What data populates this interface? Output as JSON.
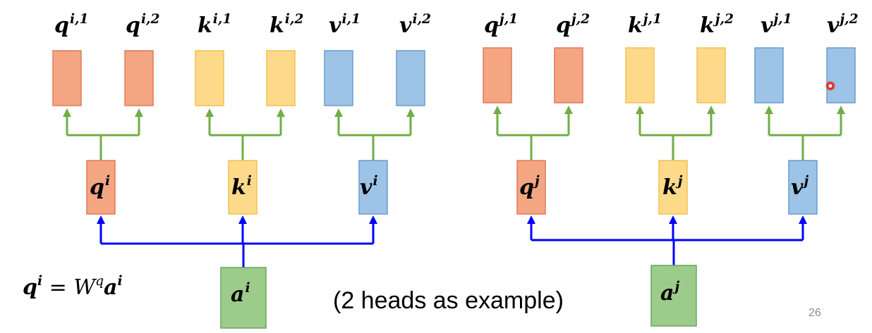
{
  "groups": [
    {
      "id": "i",
      "heads": [
        {
          "base": "q",
          "sup": "i,1"
        },
        {
          "base": "q",
          "sup": "i,2"
        },
        {
          "base": "k",
          "sup": "i,1"
        },
        {
          "base": "k",
          "sup": "i,2"
        },
        {
          "base": "v",
          "sup": "i,1"
        },
        {
          "base": "v",
          "sup": "i,2"
        }
      ],
      "projections": [
        {
          "base": "q",
          "sup": "i"
        },
        {
          "base": "k",
          "sup": "i"
        },
        {
          "base": "v",
          "sup": "i"
        }
      ],
      "input": {
        "base": "a",
        "sup": "i"
      }
    },
    {
      "id": "j",
      "heads": [
        {
          "base": "q",
          "sup": "j,1"
        },
        {
          "base": "q",
          "sup": "j,2"
        },
        {
          "base": "k",
          "sup": "j,1"
        },
        {
          "base": "k",
          "sup": "j,2"
        },
        {
          "base": "v",
          "sup": "j,1"
        },
        {
          "base": "v",
          "sup": "j,2"
        }
      ],
      "projections": [
        {
          "base": "q",
          "sup": "j"
        },
        {
          "base": "k",
          "sup": "j"
        },
        {
          "base": "v",
          "sup": "j"
        }
      ],
      "input": {
        "base": "a",
        "sup": "j"
      }
    }
  ],
  "equation": {
    "lhs_base": "q",
    "lhs_sup": "i",
    "equals": "=",
    "w_base": "W",
    "w_sup": "q",
    "a_base": "a",
    "a_sup": "i"
  },
  "caption": "(2 heads as example)",
  "page_number": "26",
  "colors": {
    "q_fill": "#f4a582",
    "q_stroke": "#e07a5a",
    "k_fill": "#fdd98a",
    "k_stroke": "#f2c14e",
    "v_fill": "#9dc3e6",
    "v_stroke": "#6a9bd1",
    "a_fill": "#9ccc8a",
    "a_stroke": "#6da45a",
    "green_line": "#70ad47",
    "blue_line": "#0000ff"
  }
}
